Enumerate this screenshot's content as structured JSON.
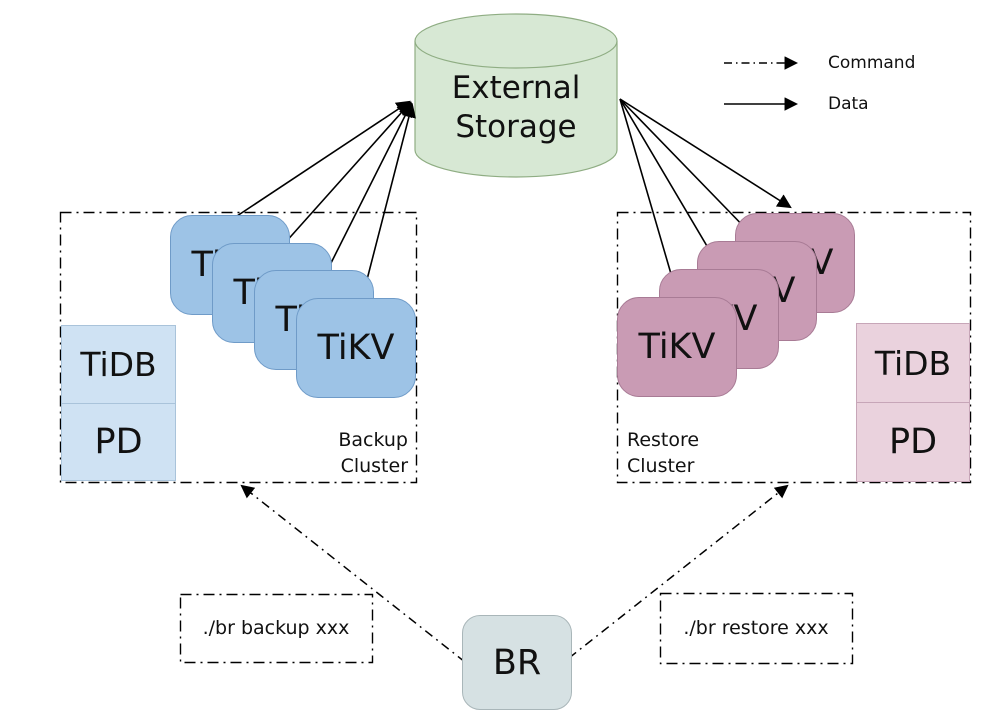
{
  "legend": {
    "command_label": "Command",
    "data_label": "Data"
  },
  "external_storage": {
    "label_line1": "External",
    "label_line2": "Storage"
  },
  "backup_cluster": {
    "name_line1": "Backup",
    "name_line2": "Cluster",
    "tidb_label": "TiDB",
    "pd_label": "PD",
    "tikv_nodes": [
      "TiKV",
      "TiKV",
      "TiKV",
      "TiKV"
    ]
  },
  "restore_cluster": {
    "name_line1": "Restore",
    "name_line2": "Cluster",
    "tidb_label": "TiDB",
    "pd_label": "PD",
    "tikv_nodes": [
      "TiKV",
      "TiKV",
      "TiKV",
      "TiKV"
    ]
  },
  "br_tool": {
    "label": "BR"
  },
  "commands": {
    "backup_command": "./br backup xxx",
    "restore_command": "./br restore xxx"
  },
  "colors": {
    "storage_fill": "#d7e8d4",
    "storage_stroke": "#8fad83",
    "tikv_backup_fill": "#9dc3e6",
    "tikv_backup_stroke": "#6f9bc8",
    "tikv_restore_fill": "#c99bb4",
    "tikv_restore_stroke": "#a87b95",
    "tidb_backup_fill": "#cfe2f3",
    "tidb_restore_fill": "#ead2dd",
    "br_fill": "#d6e1e3",
    "line_color": "#000000"
  }
}
